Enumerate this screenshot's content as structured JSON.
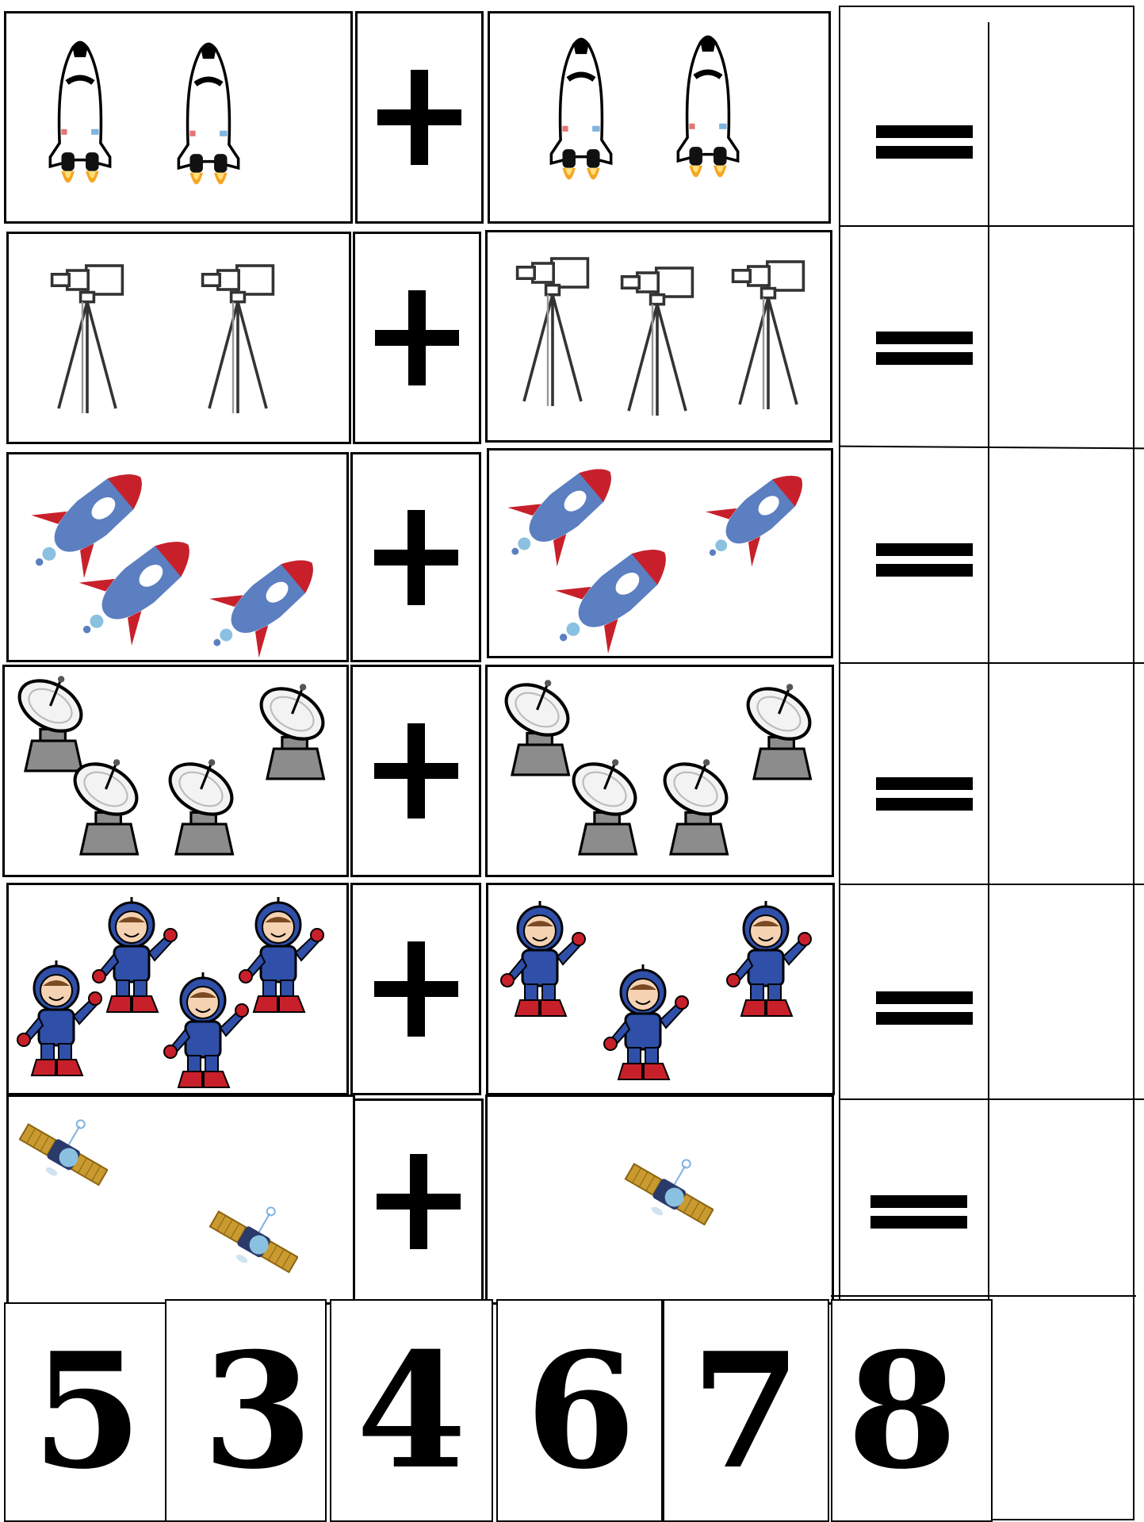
{
  "rows": [
    {
      "left_count": 2,
      "right_count": 2,
      "left_item": "space-shuttle-icon",
      "right_item": "space-shuttle-icon"
    },
    {
      "left_count": 2,
      "right_count": 3,
      "left_item": "telescope-icon",
      "right_item": "telescope-icon"
    },
    {
      "left_count": 3,
      "right_count": 3,
      "left_item": "rocket-icon",
      "right_item": "rocket-icon"
    },
    {
      "left_count": 4,
      "right_count": 4,
      "left_item": "satellite-dish-icon",
      "right_item": "satellite-dish-icon"
    },
    {
      "left_count": 4,
      "right_count": 3,
      "left_item": "astronaut-icon",
      "right_item": "astronaut-icon"
    },
    {
      "left_count": 2,
      "right_count": 1,
      "left_item": "satellite-icon",
      "right_item": "satellite-icon"
    }
  ],
  "answer_cards": [
    "5",
    "3",
    "4",
    "6",
    "7",
    "8"
  ],
  "colors": {
    "rocket_body": "#5b7fc0",
    "rocket_fin": "#c8202a",
    "astronaut_suit": "#2f4fa8",
    "dish_base": "#8c8c8c",
    "panel_gold": "#c99a30",
    "flame": "#f5a623"
  }
}
